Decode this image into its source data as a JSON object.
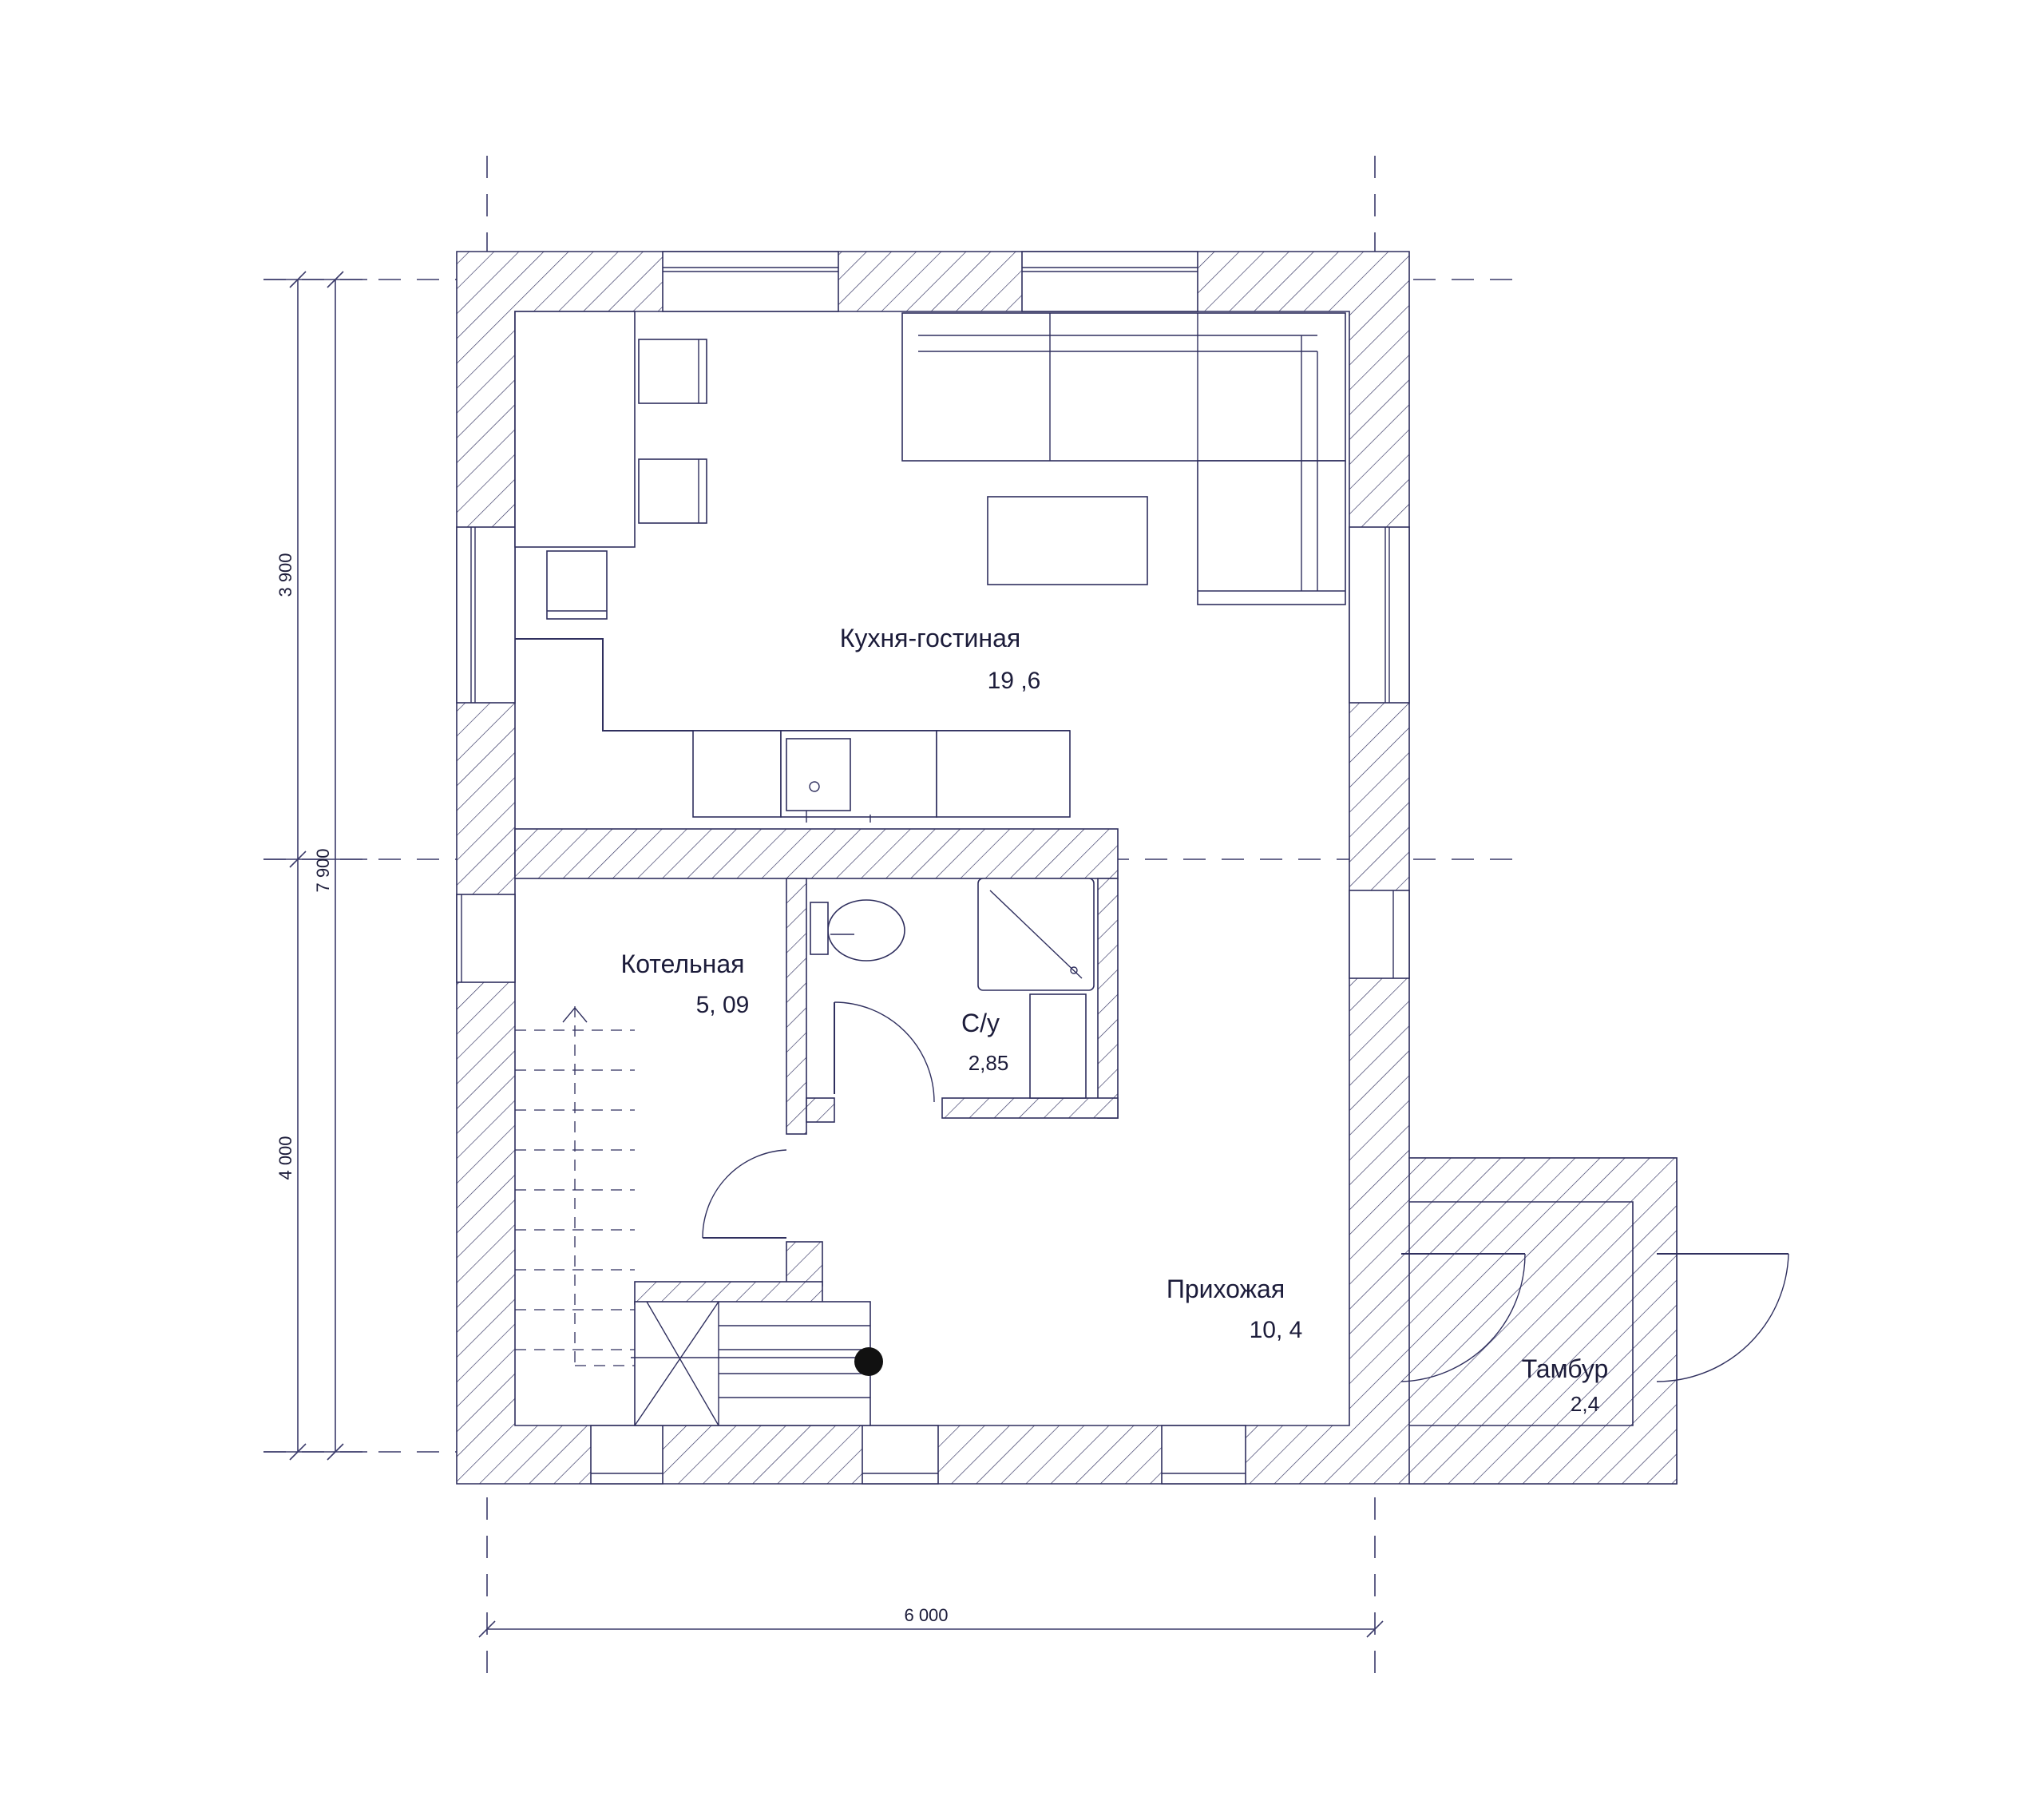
{
  "rooms": {
    "kitchen_living": {
      "name": "Кухня-гостиная",
      "area": "19 ,6"
    },
    "boiler_room": {
      "name": "Котельная",
      "area": "5, 09"
    },
    "bathroom": {
      "name": "С/у",
      "area": "2,85"
    },
    "hallway": {
      "name": "Прихожая",
      "area": "10, 4"
    },
    "vestibule": {
      "name": "Тамбур",
      "area": "2,4"
    }
  },
  "dimensions": {
    "upper_height": "3 900",
    "total_height": "7 900",
    "lower_height": "4 000",
    "width": "6 000"
  },
  "colors": {
    "ink": "#2f2f5e",
    "background": "#ffffff"
  }
}
